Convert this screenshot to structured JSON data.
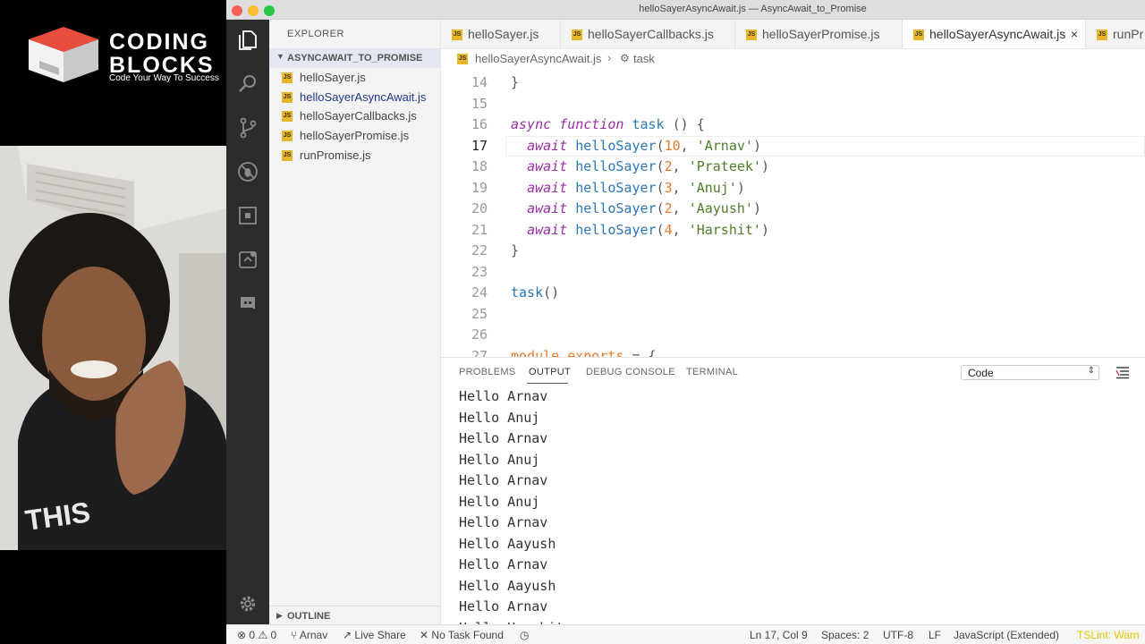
{
  "brand": {
    "name_line1": "CODING",
    "name_line2": "BLOCKS",
    "tagline": "Code Your Way To Success"
  },
  "window": {
    "title": "helloSayerAsyncAwait.js — AsyncAwait_to_Promise"
  },
  "activity_bar": {
    "icons": [
      "files-icon",
      "search-icon",
      "source-control-icon",
      "debug-icon",
      "extensions-icon",
      "remote-explorer-icon",
      "discord-icon",
      "settings-gear-icon"
    ]
  },
  "sidebar": {
    "title": "EXPLORER",
    "section": "ASYNCAWAIT_TO_PROMISE",
    "files": [
      {
        "name": "helloSayer.js",
        "icon": "JS"
      },
      {
        "name": "helloSayerAsyncAwait.js",
        "icon": "JS"
      },
      {
        "name": "helloSayerCallbacks.js",
        "icon": "JS"
      },
      {
        "name": "helloSayerPromise.js",
        "icon": "JS"
      },
      {
        "name": "runPromise.js",
        "icon": "JS"
      }
    ],
    "outline": "OUTLINE"
  },
  "tabs": [
    {
      "label": "helloSayer.js",
      "icon": "JS"
    },
    {
      "label": "helloSayerCallbacks.js",
      "icon": "JS"
    },
    {
      "label": "helloSayerPromise.js",
      "icon": "JS"
    },
    {
      "label": "helloSayerAsyncAwait.js",
      "icon": "JS",
      "close": "×"
    },
    {
      "label": "runPr",
      "icon": "JS"
    }
  ],
  "breadcrumb": {
    "file": "helloSayerAsyncAwait.js",
    "separator": "›",
    "symbol_icon": "⚙",
    "symbol": "task"
  },
  "editor": {
    "lines": [
      {
        "n": "14",
        "t": [
          [
            "}",
            "pun"
          ]
        ]
      },
      {
        "n": "15",
        "t": []
      },
      {
        "n": "16",
        "t": [
          [
            "async",
            "kw"
          ],
          [
            " ",
            "pun"
          ],
          [
            "function",
            "kw"
          ],
          [
            " ",
            "pun"
          ],
          [
            "task",
            "fn"
          ],
          [
            " () {",
            "pun"
          ]
        ]
      },
      {
        "n": "17",
        "t": [
          [
            "  ",
            "pun"
          ],
          [
            "await",
            "kw"
          ],
          [
            " ",
            "pun"
          ],
          [
            "helloSayer",
            "fn"
          ],
          [
            "(",
            "pun"
          ],
          [
            "10",
            "num"
          ],
          [
            ", ",
            "pun"
          ],
          [
            "'Arnav'",
            "str"
          ],
          [
            ")",
            "pun"
          ]
        ]
      },
      {
        "n": "18",
        "t": [
          [
            "  ",
            "pun"
          ],
          [
            "await",
            "kw"
          ],
          [
            " ",
            "pun"
          ],
          [
            "helloSayer",
            "fn"
          ],
          [
            "(",
            "pun"
          ],
          [
            "2",
            "num"
          ],
          [
            ", ",
            "pun"
          ],
          [
            "'Prateek'",
            "str"
          ],
          [
            ")",
            "pun"
          ]
        ]
      },
      {
        "n": "19",
        "t": [
          [
            "  ",
            "pun"
          ],
          [
            "await",
            "kw"
          ],
          [
            " ",
            "pun"
          ],
          [
            "helloSayer",
            "fn"
          ],
          [
            "(",
            "pun"
          ],
          [
            "3",
            "num"
          ],
          [
            ", ",
            "pun"
          ],
          [
            "'Anuj'",
            "str"
          ],
          [
            ")",
            "pun"
          ]
        ]
      },
      {
        "n": "20",
        "t": [
          [
            "  ",
            "pun"
          ],
          [
            "await",
            "kw"
          ],
          [
            " ",
            "pun"
          ],
          [
            "helloSayer",
            "fn"
          ],
          [
            "(",
            "pun"
          ],
          [
            "2",
            "num"
          ],
          [
            ", ",
            "pun"
          ],
          [
            "'Aayush'",
            "str"
          ],
          [
            ")",
            "pun"
          ]
        ]
      },
      {
        "n": "21",
        "t": [
          [
            "  ",
            "pun"
          ],
          [
            "await",
            "kw"
          ],
          [
            " ",
            "pun"
          ],
          [
            "helloSayer",
            "fn"
          ],
          [
            "(",
            "pun"
          ],
          [
            "4",
            "num"
          ],
          [
            ", ",
            "pun"
          ],
          [
            "'Harshit'",
            "str"
          ],
          [
            ")",
            "pun"
          ]
        ]
      },
      {
        "n": "22",
        "t": [
          [
            "}",
            "pun"
          ]
        ]
      },
      {
        "n": "23",
        "t": []
      },
      {
        "n": "24",
        "t": [
          [
            "task",
            "fn"
          ],
          [
            "()",
            "pun"
          ]
        ]
      },
      {
        "n": "25",
        "t": []
      },
      {
        "n": "26",
        "t": []
      },
      {
        "n": "27",
        "t": [
          [
            "module",
            "num"
          ],
          [
            ".",
            "pun"
          ],
          [
            "exports",
            "num"
          ],
          [
            " = {",
            "pun"
          ]
        ]
      }
    ],
    "current_line": "17"
  },
  "panel": {
    "tabs": [
      "PROBLEMS",
      "OUTPUT",
      "DEBUG CONSOLE",
      "TERMINAL"
    ],
    "active_tab": "OUTPUT",
    "select_value": "Code",
    "output_lines": [
      "Hello Arnav",
      "Hello Anuj",
      "Hello Arnav",
      "Hello Anuj",
      "Hello Arnav",
      "Hello Anuj",
      "Hello Arnav",
      "Hello Aayush",
      "Hello Arnav",
      "Hello Aayush",
      "Hello Arnav",
      "Hello Harshit"
    ]
  },
  "status_bar": {
    "errors": "0",
    "warnings": "0",
    "branch": "Arnav",
    "live_share": "Live Share",
    "tasks": "No Task Found",
    "position": "Ln 17, Col 9",
    "spaces": "Spaces: 2",
    "encoding": "UTF-8",
    "eol": "LF",
    "language": "JavaScript (Extended)",
    "tslint": "TSLint: Warn"
  },
  "colors": {
    "activity_bar": "#2c2c2c",
    "keyword": "#9b2ea8",
    "function": "#2a77b8",
    "number": "#e57b2a",
    "string": "#4e7d2a",
    "js_icon": "#e5b52b"
  }
}
